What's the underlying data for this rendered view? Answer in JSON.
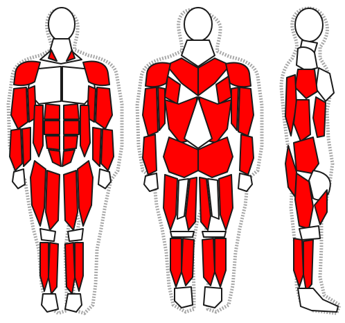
{
  "colors": {
    "muscle": "#ff0000",
    "tendon": "#ffffff",
    "outline": "#1a1a1a",
    "body_halo": "#a8a8a8",
    "background": "#ffffff"
  },
  "figures": [
    {
      "view": "front",
      "icon": "front-body-figure"
    },
    {
      "view": "back",
      "icon": "back-body-figure"
    },
    {
      "view": "side",
      "icon": "side-body-figure"
    }
  ]
}
